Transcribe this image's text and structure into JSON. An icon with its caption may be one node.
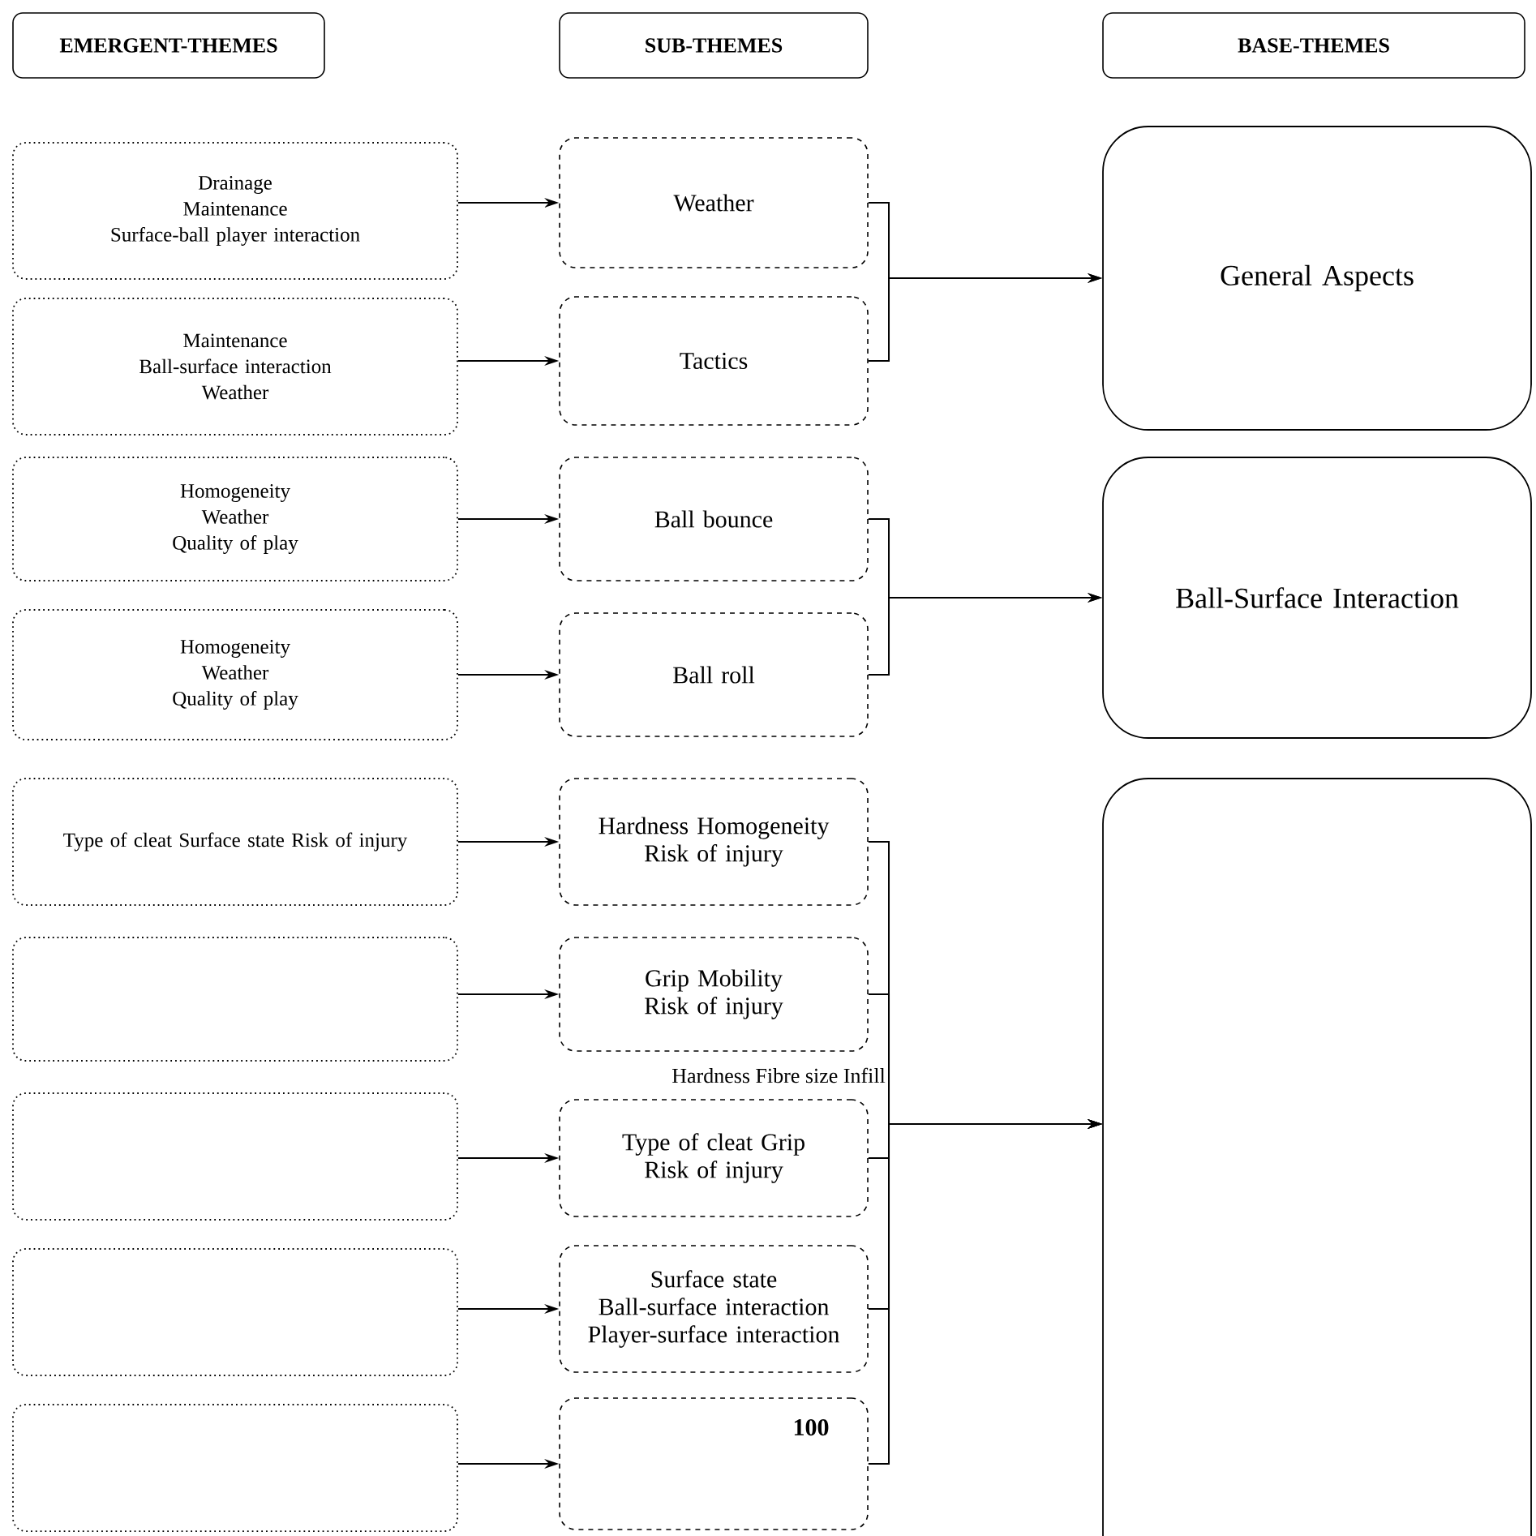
{
  "diagram": {
    "nodes": [
      {
        "text": [
          "EMERGENT-THEMES"
        ]
      },
      {
        "text": [
          "SUB-THEMES"
        ]
      },
      {
        "text": [
          "BASE-THEMES"
        ]
      },
      {
        "text": [
          "Drainage",
          "Maintenance",
          "Surface-ball player interaction"
        ]
      },
      {
        "text": [
          "Maintenance",
          "Ball-surface interaction",
          "Weather"
        ]
      },
      {
        "text": [
          "Homogeneity",
          "Weather",
          "Quality of play"
        ]
      },
      {
        "text": [
          "Homogeneity",
          "Weather",
          "Quality of play"
        ]
      },
      {
        "text": [
          "Type of cleat  Surface state  Risk of injury"
        ]
      },
      {
        "text": [],
        "shape": "box"
      },
      {
        "text": [],
        "shape": "box"
      },
      {
        "text": [],
        "shape": "box"
      },
      {
        "text": [],
        "shape": "box"
      },
      {
        "text": [
          "Weather"
        ]
      },
      {
        "text": [
          "Tactics"
        ]
      },
      {
        "text": [
          "Ball bounce"
        ]
      },
      {
        "text": [
          "Ball roll"
        ]
      },
      {
        "text": [
          "Hardness  Homogeneity  Risk of injury"
        ]
      },
      {
        "text": [
          "Grip  Mobility",
          "Risk of injury"
        ]
      },
      {
        "text": [
          "Type of cleat  Grip",
          "Risk of injury"
        ]
      },
      {
        "text": [
          "Surface state",
          "Ball-surface interaction  Player-surface interaction"
        ]
      },
      {
        "text": [],
        "shape": "box"
      },
      {
        "text": [
          "General Aspects"
        ]
      },
      {
        "text": [
          "Ball-Surface Interaction"
        ]
      },
      {
        "text": [],
        "shape": "box"
      }
    ],
    "edges": [
      {
        "from": 3,
        "to": 12,
        "arrow": "to"
      },
      {
        "from": 4,
        "to": 13,
        "arrow": "to"
      },
      {
        "from": 5,
        "to": 14,
        "arrow": "to"
      },
      {
        "from": 6,
        "to": 15,
        "arrow": "to"
      },
      {
        "from": 7,
        "to": 16,
        "arrow": "to"
      },
      {
        "from": 8,
        "to": 17,
        "arrow": "to"
      },
      {
        "from": 9,
        "to": 18,
        "arrow": "to"
      },
      {
        "from": 10,
        "to": 19,
        "arrow": "to"
      },
      {
        "from": 11,
        "to": 20,
        "arrow": "to"
      },
      {
        "from": 12,
        "to": 21,
        "arrow": "to"
      },
      {
        "from": 13,
        "to": 21,
        "arrow": "to"
      },
      {
        "from": 14,
        "to": 22,
        "arrow": "to"
      },
      {
        "from": 15,
        "to": 22,
        "arrow": "to"
      },
      {
        "from": 16,
        "to": 23,
        "arrow": "to"
      },
      {
        "from": 17,
        "to": 23,
        "arrow": "to"
      },
      {
        "from": 18,
        "to": 23,
        "arrow": "to"
      },
      {
        "from": 19,
        "to": 23,
        "arrow": "to"
      },
      {
        "from": 20,
        "to": 23,
        "arrow": "to"
      }
    ],
    "labels": [
      "Hardness  Fibre size  Infill",
      "100"
    ]
  }
}
